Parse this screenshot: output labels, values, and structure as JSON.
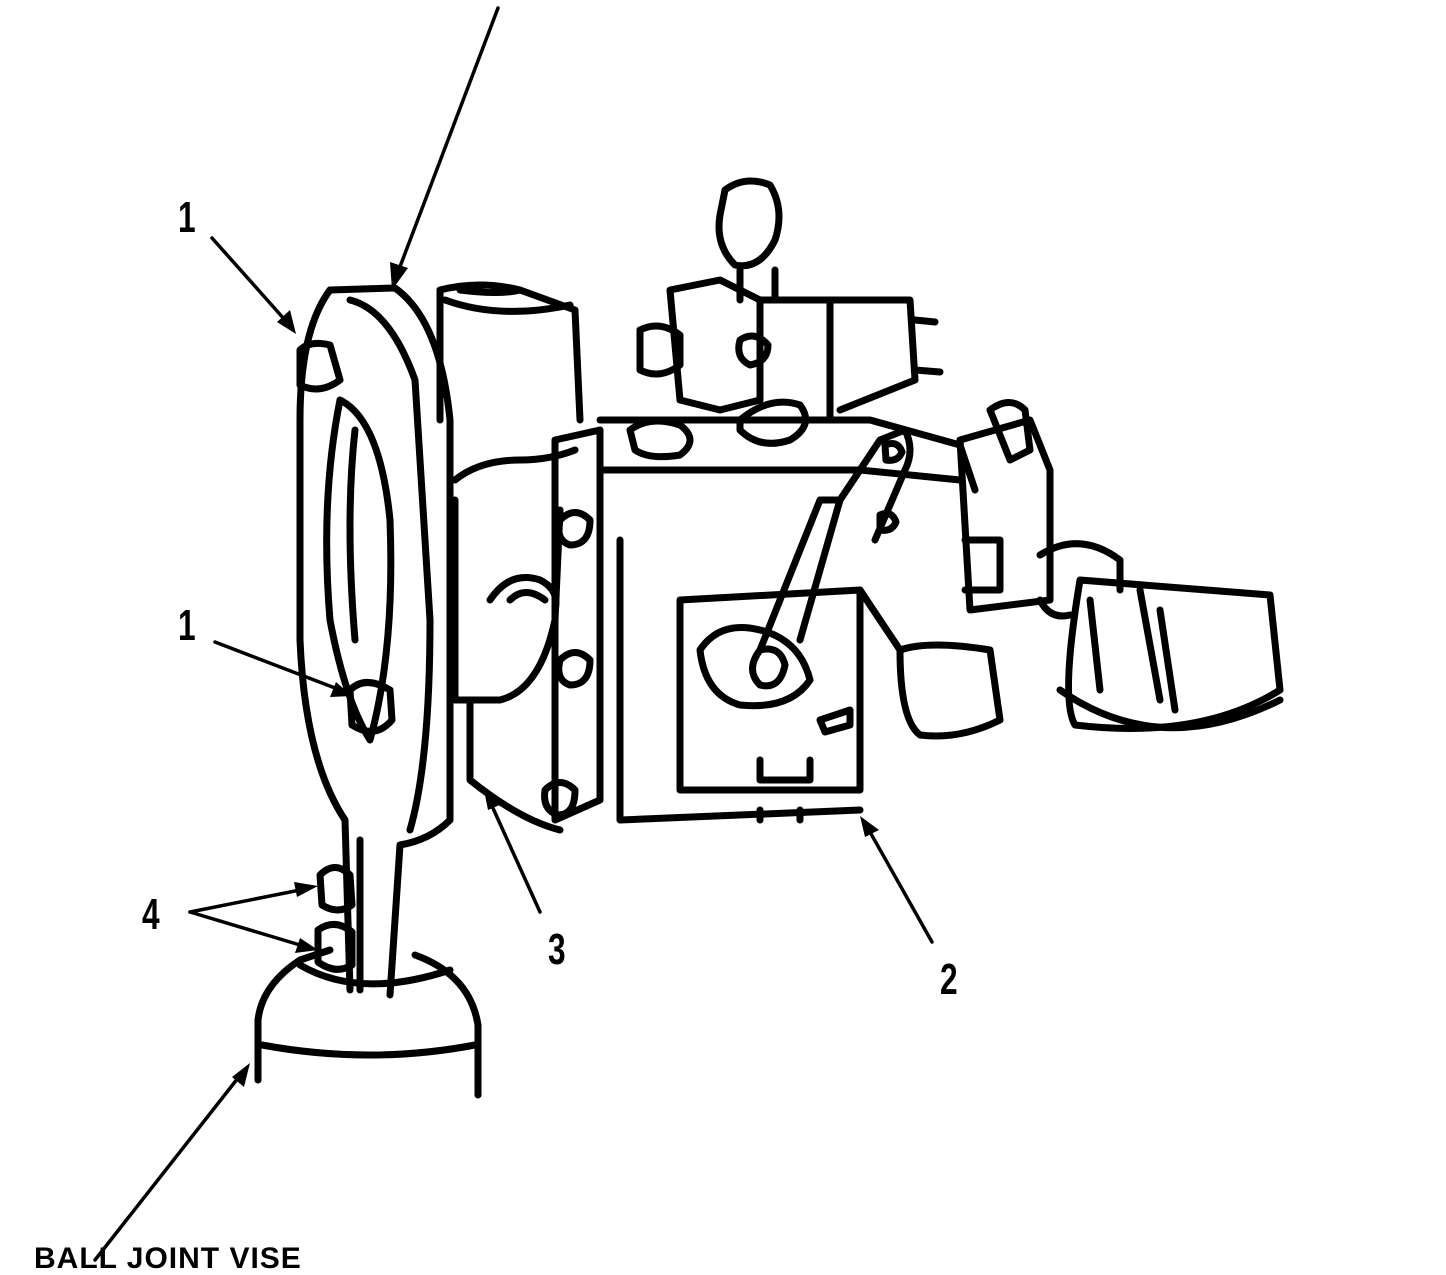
{
  "figure": {
    "callouts": {
      "item_1_upper": "1",
      "item_1_lower": "1",
      "item_4": "4",
      "item_3": "3",
      "item_2": "2"
    },
    "labels": {
      "ball_joint_vise": "BALL JOINT VISE"
    }
  }
}
